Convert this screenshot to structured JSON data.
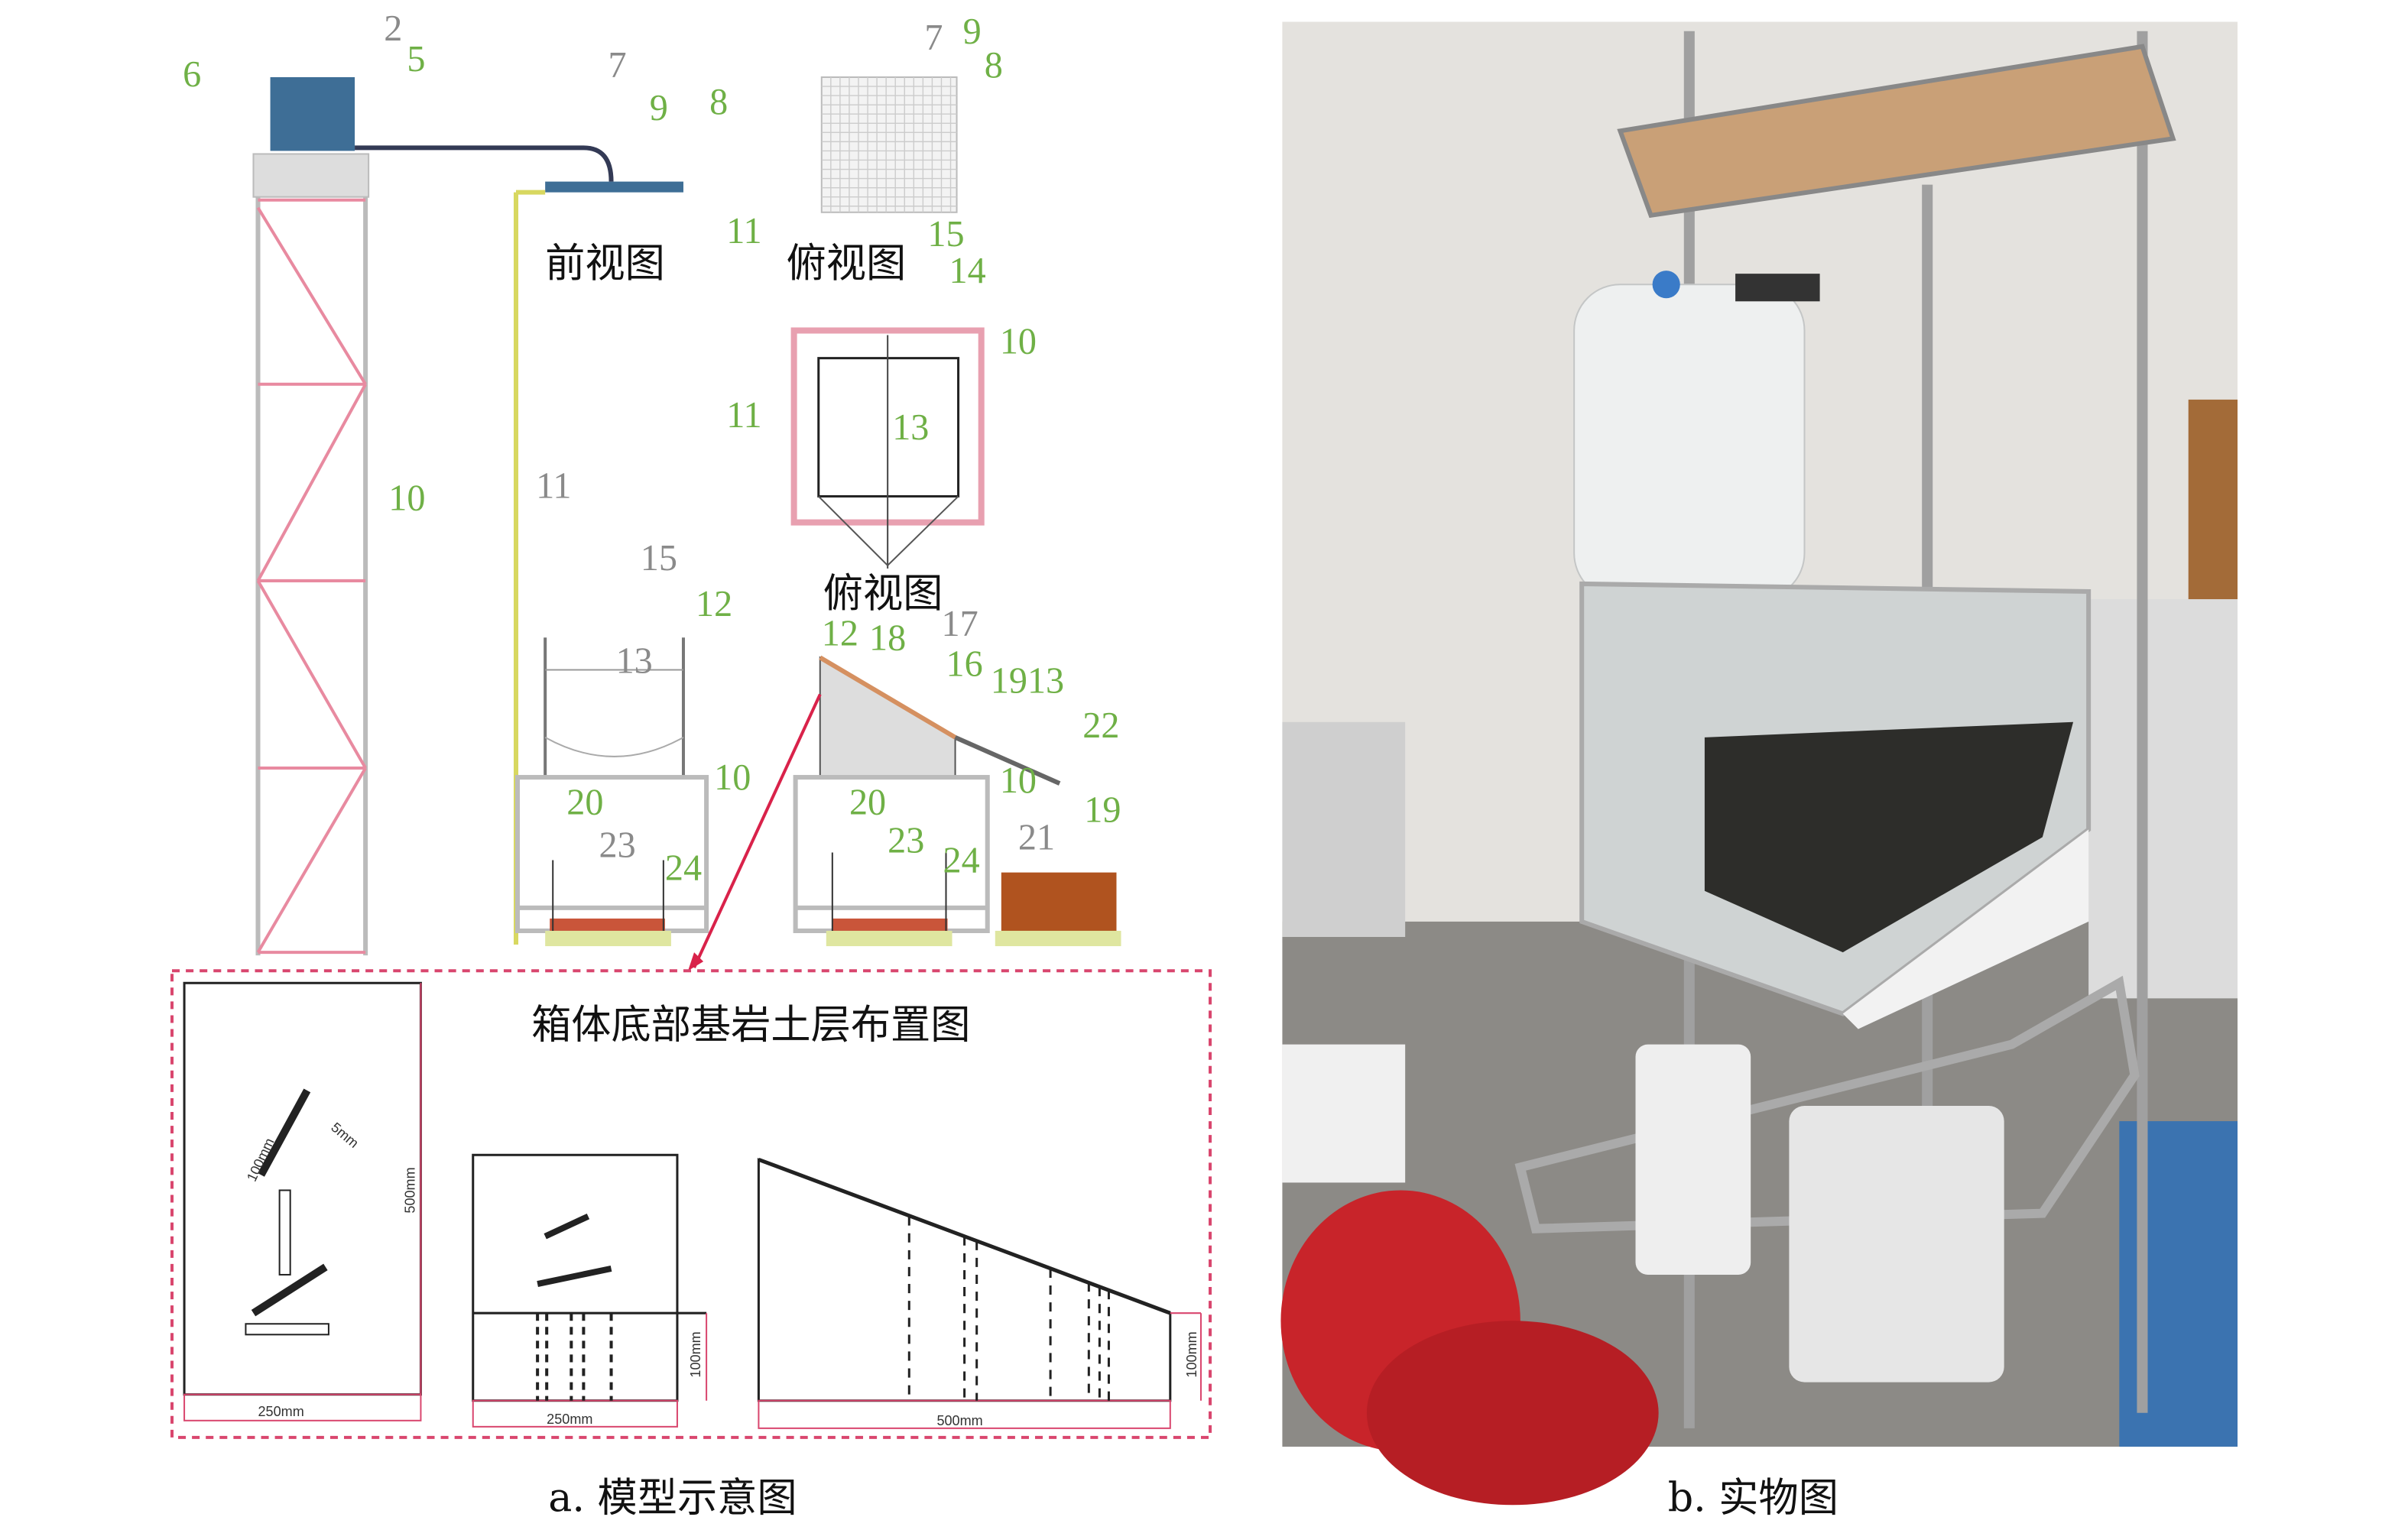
{
  "figure": {
    "panel_a": {
      "caption": "a. 模型示意图",
      "front_view_label": "前视图",
      "top_view_label_1": "俯视图",
      "top_view_label_2": "俯视图",
      "bottom_layout_title": "箱体底部基岩土层布置图",
      "part_numbers": [
        "6",
        "2",
        "5",
        "7",
        "9",
        "8",
        "11",
        "7",
        "9",
        "8",
        "15",
        "14",
        "10",
        "11",
        "13",
        "10",
        "11",
        "15",
        "12",
        "12",
        "18",
        "17",
        "16",
        "1913",
        "22",
        "13",
        "10",
        "20",
        "20",
        "10",
        "19",
        "23",
        "23",
        "21",
        "24",
        "24"
      ],
      "dimensions": {
        "plan_width": "250mm",
        "plan_length": "500mm",
        "front_width": "250mm",
        "front_height": "100mm",
        "side_length": "500mm",
        "side_height": "100mm",
        "rod_length": "100mm",
        "rod_spacing": "5mm"
      }
    },
    "panel_b": {
      "caption": "b. 实物图"
    }
  },
  "colors": {
    "label_green": "#6fb046",
    "label_gray": "#8a8a8a",
    "frame_pink": "#e0708a",
    "tank_blue": "#3e6e96",
    "soil": "#b0531f",
    "dash_border": "#d9466e"
  }
}
